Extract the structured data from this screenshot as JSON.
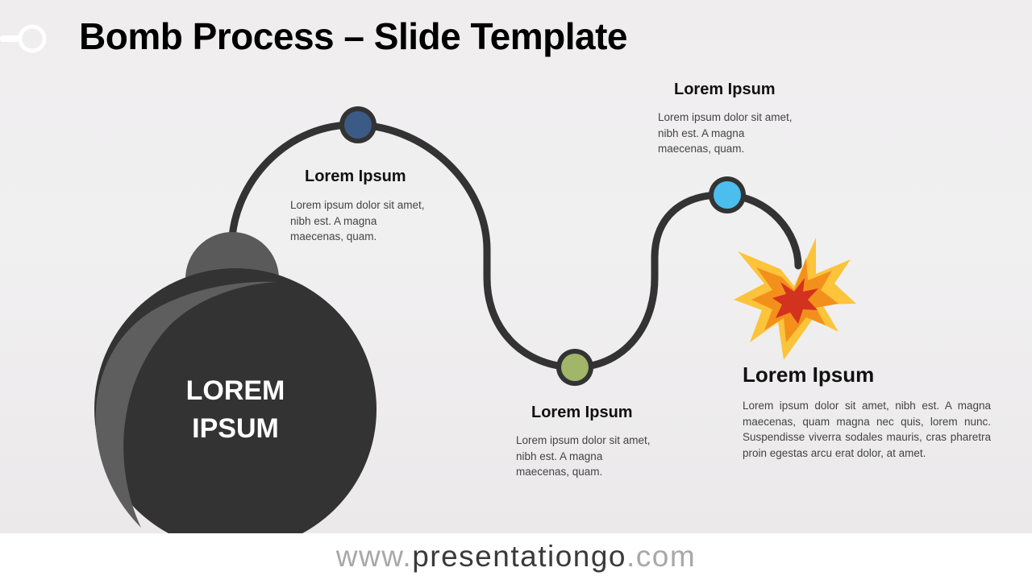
{
  "title": "Bomb Process – Slide Template",
  "bomb": {
    "line1": "LOREM",
    "line2": "IPSUM"
  },
  "steps": [
    {
      "label": "Lorem Ipsum",
      "text": "Lorem ipsum dolor sit amet, nibh est. A magna maecenas, quam.",
      "color": "#3c5a86"
    },
    {
      "label": "Lorem Ipsum",
      "text": "Lorem ipsum dolor sit amet, nibh est. A magna maecenas, quam.",
      "color": "#a2b66a"
    },
    {
      "label": "Lorem Ipsum",
      "text": "Lorem ipsum dolor sit amet, nibh est. A magna maecenas, quam.",
      "color": "#4bbeee"
    },
    {
      "label": "Lorem Ipsum",
      "text": "Lorem ipsum dolor sit amet, nibh est. A magna maecenas, quam magna nec quis, lorem nunc. Suspendisse viverra sodales mauris, cras pharetra proin egestas arcu erat dolor, at amet."
    }
  ],
  "explosion_colors": {
    "outer": "#fbc43a",
    "middle": "#f3901c",
    "inner": "#d2321e"
  },
  "footer": {
    "prefix": "www.",
    "domain": "presentationgo",
    "suffix": ".com"
  }
}
